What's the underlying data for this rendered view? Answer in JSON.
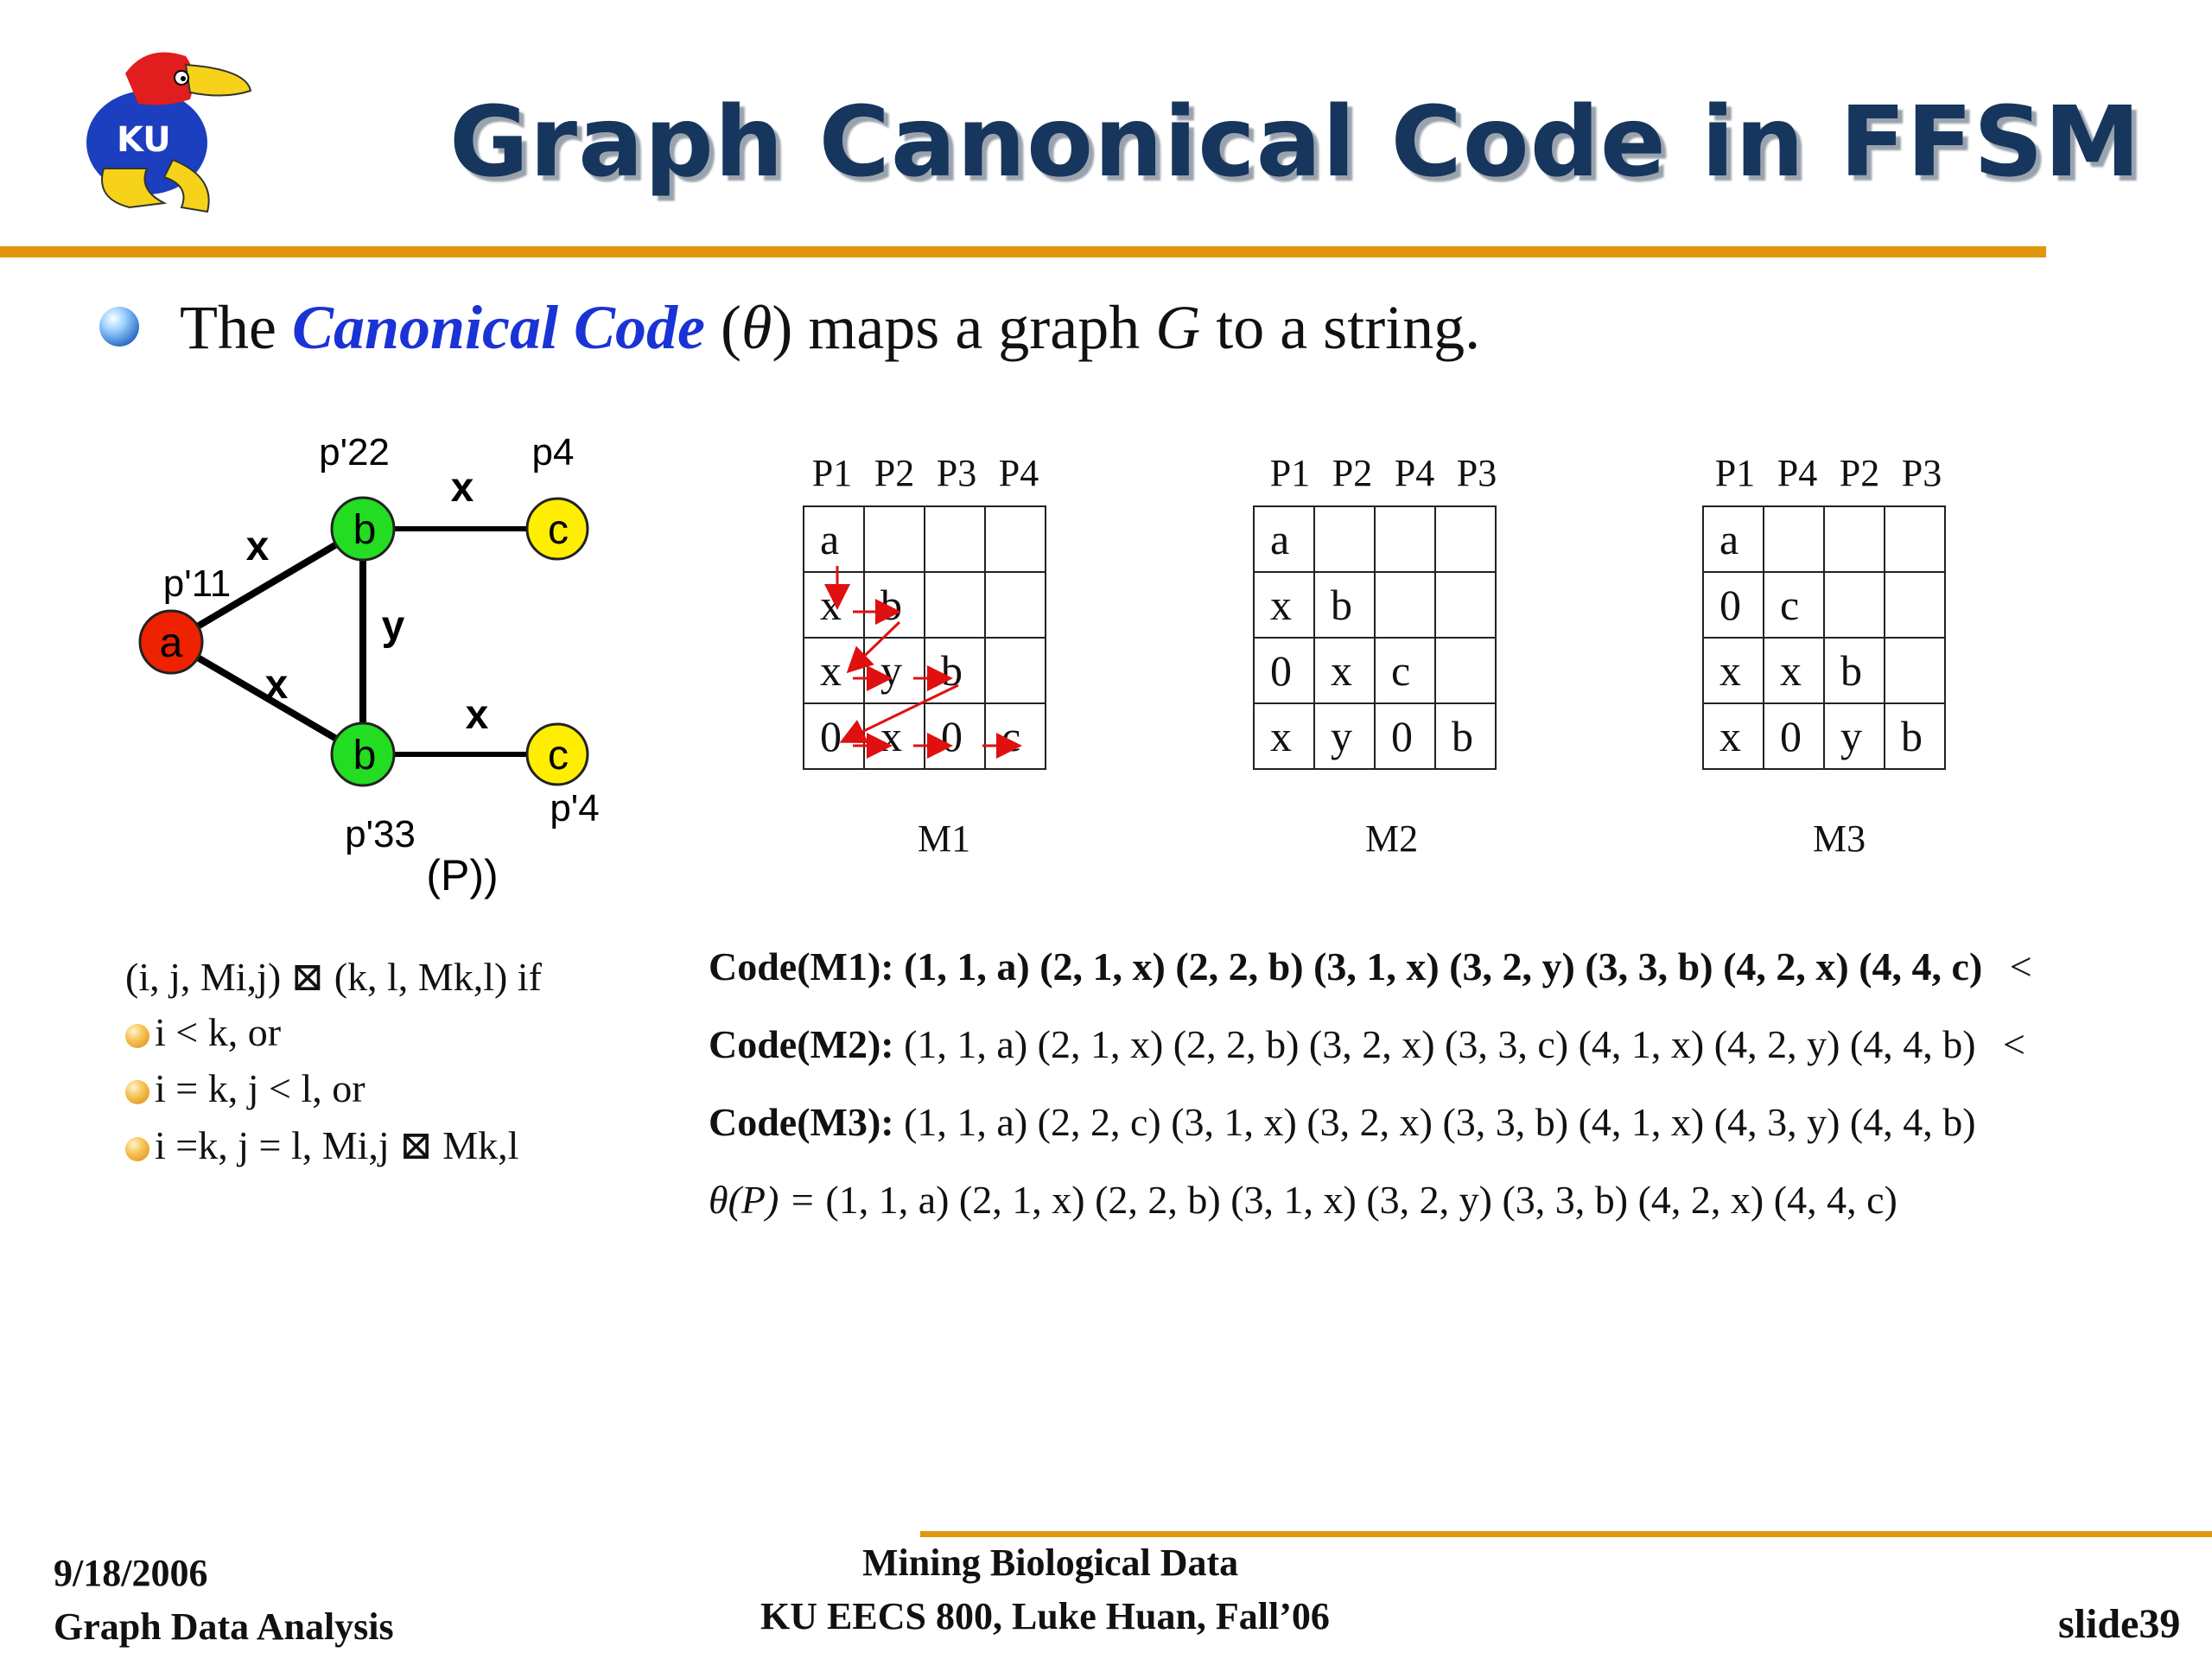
{
  "slide": {
    "title": "Graph Canonical Code in FFSM",
    "bullet": {
      "pre": "The ",
      "highlight": "Canonical Code",
      "mid": " (",
      "theta": "θ",
      "mid2": ") maps a graph ",
      "g": "G",
      "post": " to a string."
    }
  },
  "graph": {
    "nodes": [
      {
        "label": "a",
        "color": "#ee2200"
      },
      {
        "label": "b",
        "color": "#22dd22"
      },
      {
        "label": "b",
        "color": "#22dd22"
      },
      {
        "label": "c",
        "color": "#ffee00"
      },
      {
        "label": "c",
        "color": "#ffee00"
      }
    ],
    "edge_labels": [
      "x",
      "x",
      "x",
      "y",
      "x"
    ],
    "vertex_names": [
      "p'11",
      "p'22",
      "p4",
      "p'33",
      "p'4"
    ],
    "caption": "(P))"
  },
  "matrices": [
    {
      "label": "M1",
      "headers": [
        "P1",
        "P2",
        "P3",
        "P4"
      ],
      "rows": [
        [
          "a",
          "",
          "",
          ""
        ],
        [
          "x",
          "b",
          "",
          ""
        ],
        [
          "x",
          "y",
          "b",
          ""
        ],
        [
          "0",
          "x",
          "0",
          "c"
        ]
      ]
    },
    {
      "label": "M2",
      "headers": [
        "P1",
        "P2",
        "P4",
        "P3"
      ],
      "rows": [
        [
          "a",
          "",
          "",
          ""
        ],
        [
          "x",
          "b",
          "",
          ""
        ],
        [
          "0",
          "x",
          "c",
          ""
        ],
        [
          "x",
          "y",
          "0",
          "b"
        ]
      ]
    },
    {
      "label": "M3",
      "headers": [
        "P1",
        "P4",
        "P2",
        "P3"
      ],
      "rows": [
        [
          "a",
          "",
          "",
          ""
        ],
        [
          "0",
          "c",
          "",
          ""
        ],
        [
          "x",
          "x",
          "b",
          ""
        ],
        [
          "x",
          "0",
          "y",
          "b"
        ]
      ]
    }
  ],
  "ordering": {
    "header": "(i, j, Mi,j) ⊠ (k, l, Mk,l) if",
    "items": [
      "i < k, or",
      "i = k, j < l, or",
      "i =k, j = l, Mi,j ⊠ Mk,l"
    ]
  },
  "codes": [
    {
      "label": "Code(M1):",
      "value": "(1, 1, a) (2, 1, x) (2, 2, b) (3, 1, x) (3, 2, y) (3, 3, b) (4, 2, x) (4, 4, c)",
      "cmp": "<"
    },
    {
      "label": "Code(M2):",
      "value": "(1, 1, a) (2, 1, x) (2, 2, b) (3, 2, x) (3, 3, c) (4, 1, x) (4, 2, y) (4, 4, b)",
      "cmp": "<"
    },
    {
      "label": "Code(M3):",
      "value": "(1, 1, a) (2, 2, c) (3, 1, x) (3, 2, x) (3, 3, b) (4, 1, x) (4, 3, y) (4, 4, b)",
      "cmp": ""
    },
    {
      "label": "θ(P) =",
      "value": "(1, 1, a) (2, 1, x) (2, 2, b) (3, 1, x) (3, 2, y) (3, 3, b) (4, 2, x) (4, 4, c)",
      "cmp": ""
    }
  ],
  "footer": {
    "date": "9/18/2006",
    "topic": "Graph Data Analysis",
    "course_line1": "Mining Biological Data",
    "course_line2": "KU EECS 800, Luke Huan, Fall’06",
    "slide_no": "slide39"
  },
  "colors": {
    "title": "#17365d",
    "accent_rule": "#e0960f",
    "highlight": "#1a33d6",
    "arrow": "#e01010"
  }
}
